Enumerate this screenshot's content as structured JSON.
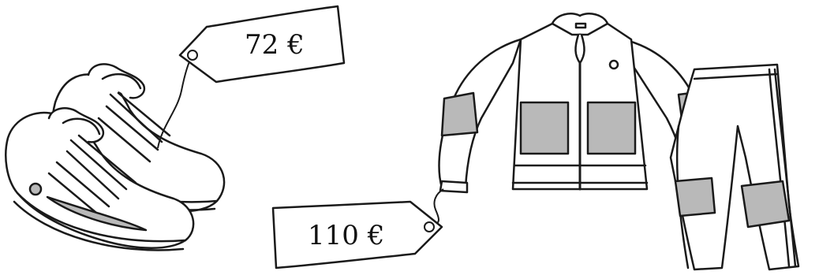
{
  "items": [
    {
      "name": "sneakers",
      "price": "72 €"
    },
    {
      "name": "tracksuit",
      "price": "110 €"
    }
  ],
  "colors": {
    "outline": "#1a1a1a",
    "shade": "#b9b9b9",
    "fill": "#ffffff"
  },
  "icons": [
    "sneakers-icon",
    "jacket-icon",
    "pants-icon",
    "price-tag-icon"
  ]
}
